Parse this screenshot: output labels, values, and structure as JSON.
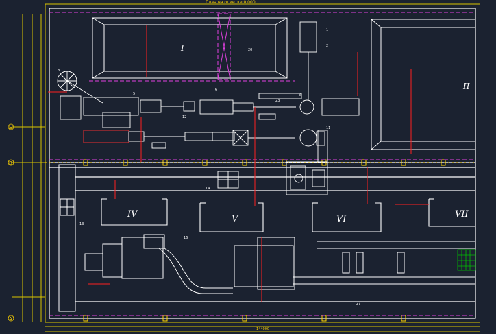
{
  "drawing": {
    "header_text": "План на отметке 0.000",
    "bottom_dim_total": "144000",
    "rooms": [
      "I",
      "II",
      "IV",
      "V",
      "VI",
      "VII"
    ],
    "callouts": [
      "1",
      "2",
      "3",
      "5",
      "6",
      "8",
      "11",
      "12",
      "13",
      "14",
      "16",
      "20",
      "23",
      "27"
    ],
    "axis_marks": [
      "Б",
      "В",
      "А"
    ],
    "colors": {
      "background": "#1b2230",
      "frame": "#d9c400",
      "walls": "#ffffff",
      "centerline": "#e040e0",
      "dimension": "#ff2020",
      "equipment": "#ffffff",
      "accent_green": "#00c000"
    }
  }
}
